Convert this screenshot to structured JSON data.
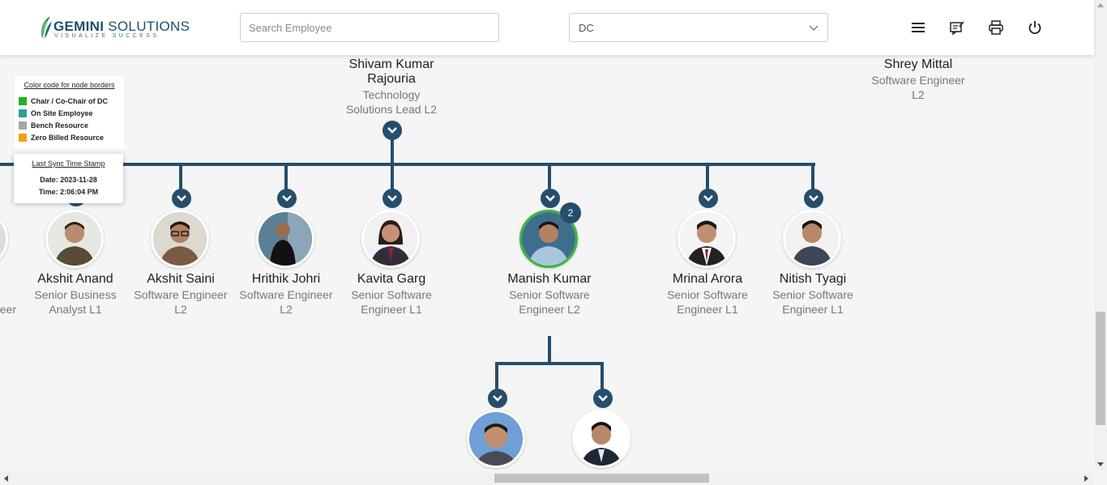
{
  "header": {
    "logo_name_bold": "GEMINI",
    "logo_name": " SOLUTIONS",
    "logo_tagline": "VISUALIZE SUCCESS",
    "search_placeholder": "Search Employee",
    "select_value": "DC",
    "icons": [
      "menu-icon",
      "feedback-icon",
      "print-icon",
      "power-icon"
    ]
  },
  "legend": {
    "title": "Color code for node borders",
    "items": [
      {
        "label": "Chair / Co-Chair of DC",
        "color": "#1fb31f"
      },
      {
        "label": "On Site Employee",
        "color": "#2aa198"
      },
      {
        "label": "Bench Resource",
        "color": "#a6a6a6"
      },
      {
        "label": "Zero Billed Resource",
        "color": "#f0a30a"
      }
    ]
  },
  "sync": {
    "title": "Last Sync Time Stamp",
    "date": "Date: 2023-11-28",
    "time": "Time: 2:06:04 PM"
  },
  "top_nodes": [
    {
      "name_1": "Shivam Kumar",
      "name_2": "Rajouria",
      "role_1": "Technology",
      "role_2": "Solutions Lead L2"
    },
    {
      "name": "Shrey Mittal",
      "role_1": "Software Engineer",
      "role_2": "L2"
    }
  ],
  "partial_role": "eer",
  "nodes": [
    {
      "name": "Akshit Anand",
      "role_1": "Senior Business",
      "role_2": "Analyst L1"
    },
    {
      "name": "Akshit Saini",
      "role_1": "Software Engineer",
      "role_2": "L2"
    },
    {
      "name": "Hrithik Johri",
      "role_1": "Software Engineer",
      "role_2": "L2"
    },
    {
      "name": "Kavita Garg",
      "role_1": "Senior Software",
      "role_2": "Engineer L1"
    },
    {
      "name": "Manish Kumar",
      "role_1": "Senior Software",
      "role_2": "Engineer L2",
      "badge": "2",
      "border": "#3cb53c"
    },
    {
      "name": "Mrinal Arora",
      "role_1": "Senior Software",
      "role_2": "Engineer L1"
    },
    {
      "name": "Nitish Tyagi",
      "role_1": "Senior Software",
      "role_2": "Engineer L1"
    }
  ],
  "colors": {
    "accent": "#254e6c",
    "chair_border": "#3cb53c"
  }
}
